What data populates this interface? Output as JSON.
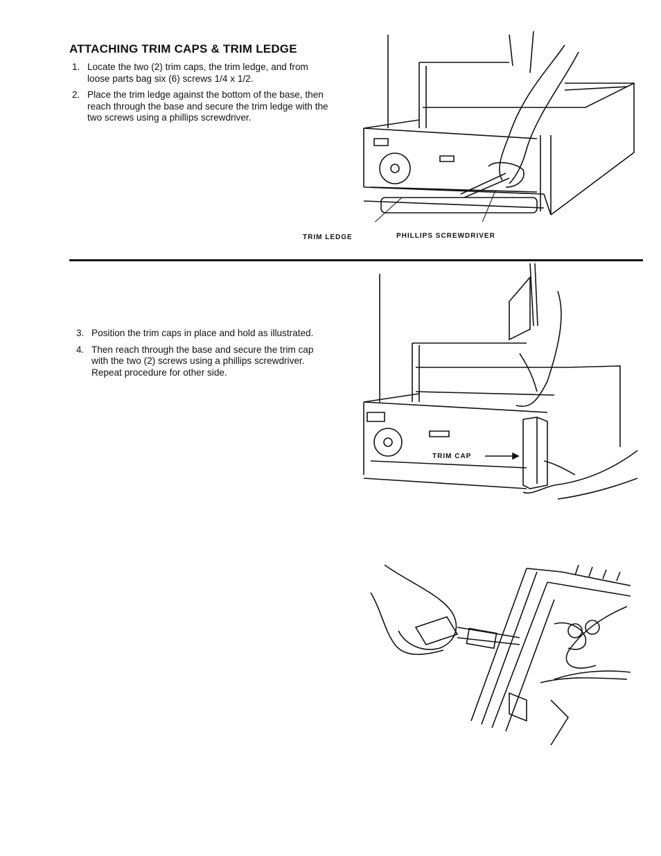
{
  "section": {
    "title": "ATTACHING TRIM CAPS & TRIM LEDGE"
  },
  "steps_top": [
    {
      "num": "1.",
      "text": "Locate the two (2) trim caps, the trim ledge, and from loose parts bag six (6) screws 1/4 x 1/2."
    },
    {
      "num": "2.",
      "text": "Place the trim ledge against the bottom of the base, then reach through the base and secure the trim ledge with the two screws using a phillips screwdriver."
    }
  ],
  "steps_bottom": [
    {
      "num": "3.",
      "text": "Position the trim caps in place and hold as illustrated."
    },
    {
      "num": "4.",
      "text": "Then reach through the base and secure the trim cap with the two (2) screws using a phillips screwdriver. Repeat procedure for other side."
    }
  ],
  "figure1": {
    "callout_trim_ledge": "TRIM LEDGE",
    "callout_screwdriver": "PHILLIPS SCREWDRIVER"
  },
  "figure2": {
    "callout_trim_cap": "TRIM CAP"
  }
}
